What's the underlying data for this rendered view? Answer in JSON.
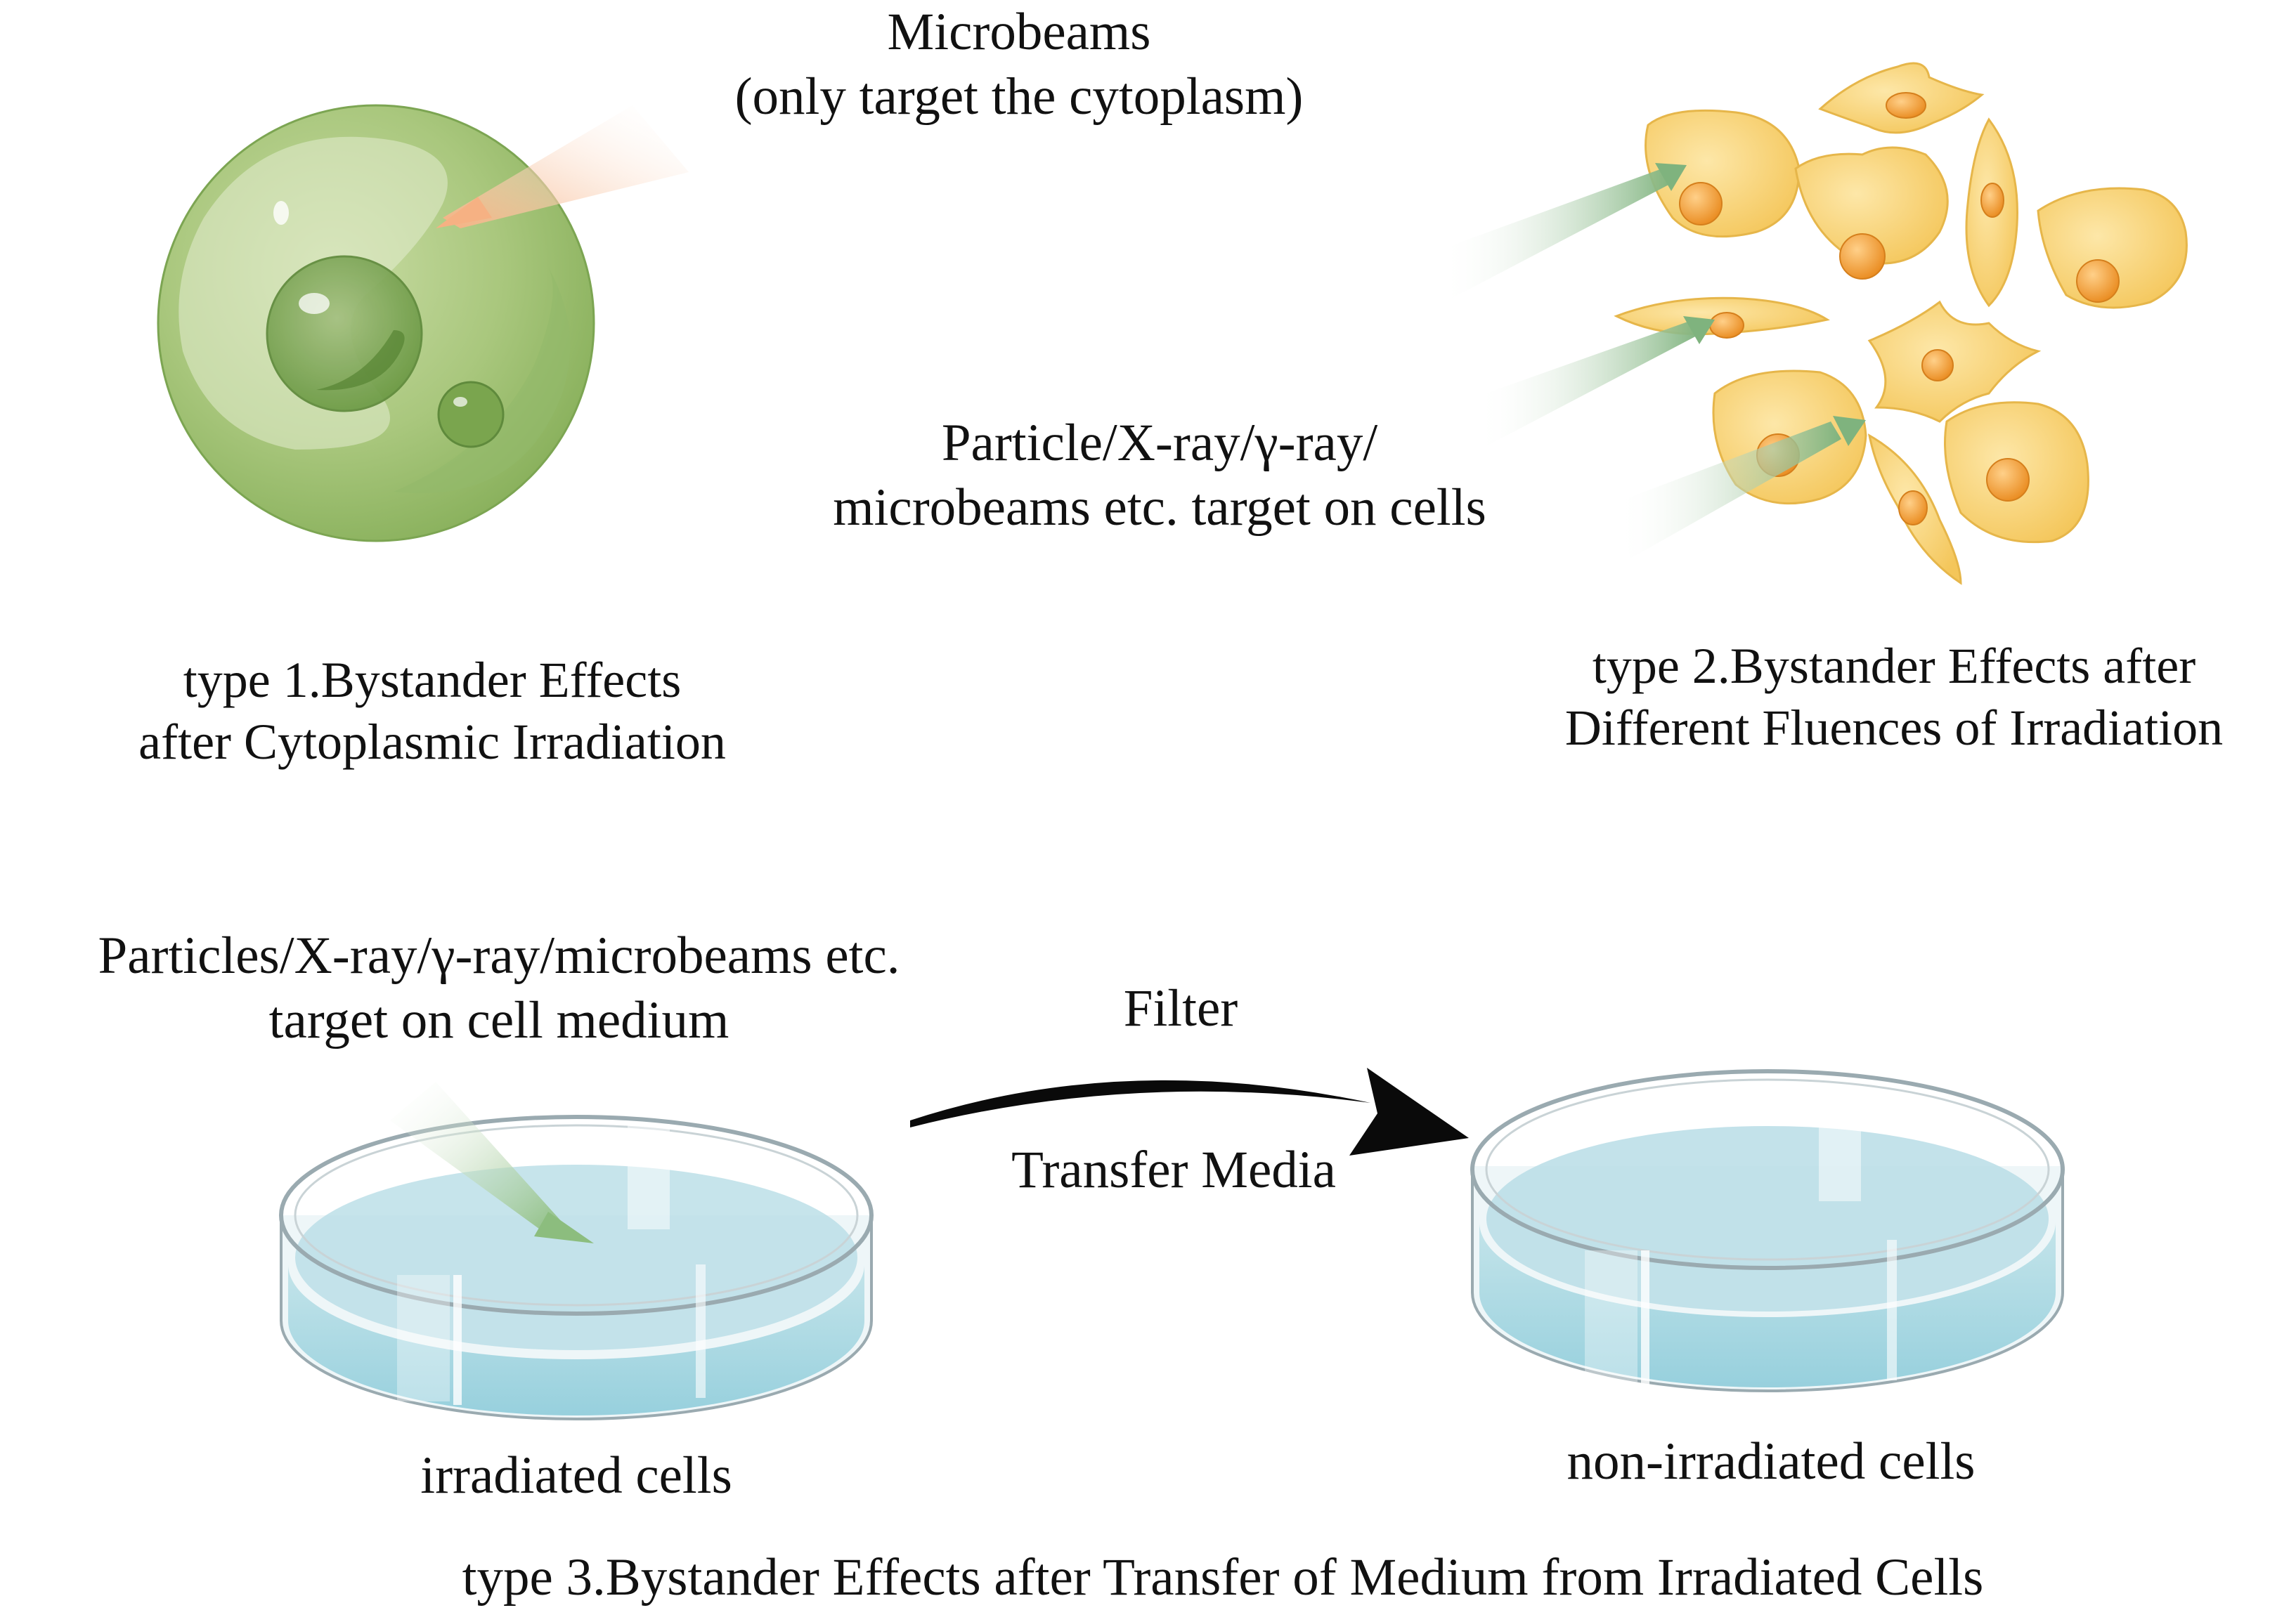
{
  "type1": {
    "beam_label_line1": "Microbeams",
    "beam_label_line2": "(only target the cytoplasm)",
    "caption_line1": "type 1.Bystander Effects",
    "caption_line2": "after Cytoplasmic Irradiation"
  },
  "type2": {
    "beam_label_line1": "Particle/X-ray/γ-ray/",
    "beam_label_line2": "microbeams etc. target on cells",
    "caption_line1": "type 2.Bystander Effects after",
    "caption_line2": "Different Fluences of  Irradiation"
  },
  "type3": {
    "beam_label_line1": "Particles/X-ray/γ-ray/microbeams etc.",
    "beam_label_line2": "target on cell medium",
    "arrow_label_top": "Filter",
    "arrow_label_bottom": "Transfer Media",
    "left_dish_label": "irradiated cells",
    "right_dish_label": "non-irradiated cells",
    "caption": "type 3.Bystander Effects after Transfer of Medium from Irradiated Cells"
  },
  "colors": {
    "cell_green": "#a9c77d",
    "cell_yellow": "#f7d57a",
    "nucleus_orange": "#ef9b2b",
    "beam_orange": "#f6b183",
    "beam_green": "#8fbf8a",
    "medium_blue": "#a8d8e2"
  }
}
